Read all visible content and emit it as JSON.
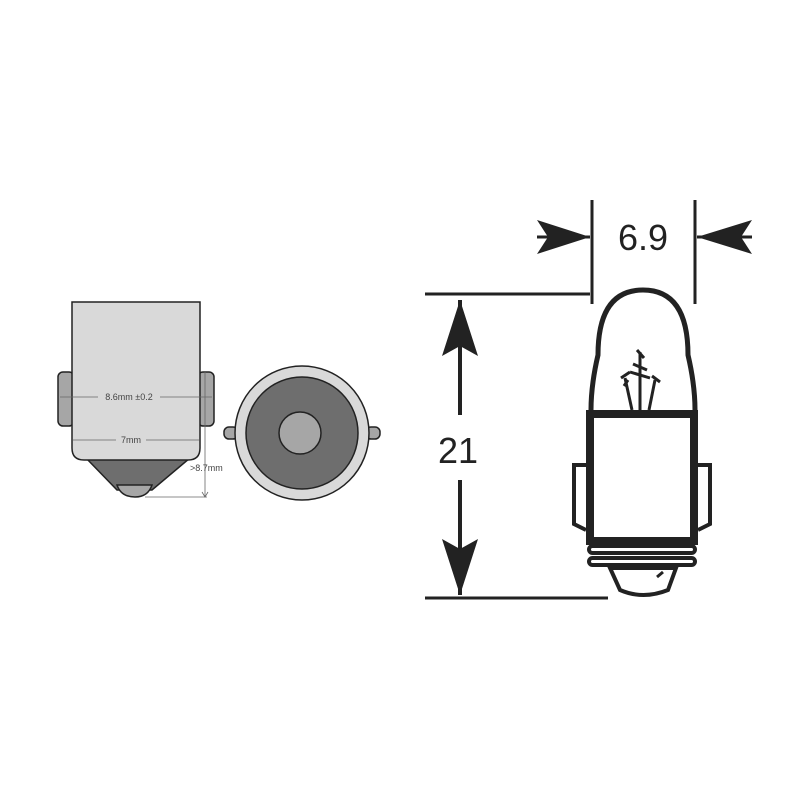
{
  "left_drawing": {
    "width_label": "8.6mm  ±0.2",
    "inner_width_label": "7mm",
    "height_label": ">8.7mm"
  },
  "right_drawing": {
    "diameter_label": "6.9",
    "length_label": "21"
  },
  "colors": {
    "light_gray": "#d9d9d9",
    "mid_gray": "#a6a6a6",
    "dark_gray": "#6e6e6e",
    "outline": "#222222"
  }
}
